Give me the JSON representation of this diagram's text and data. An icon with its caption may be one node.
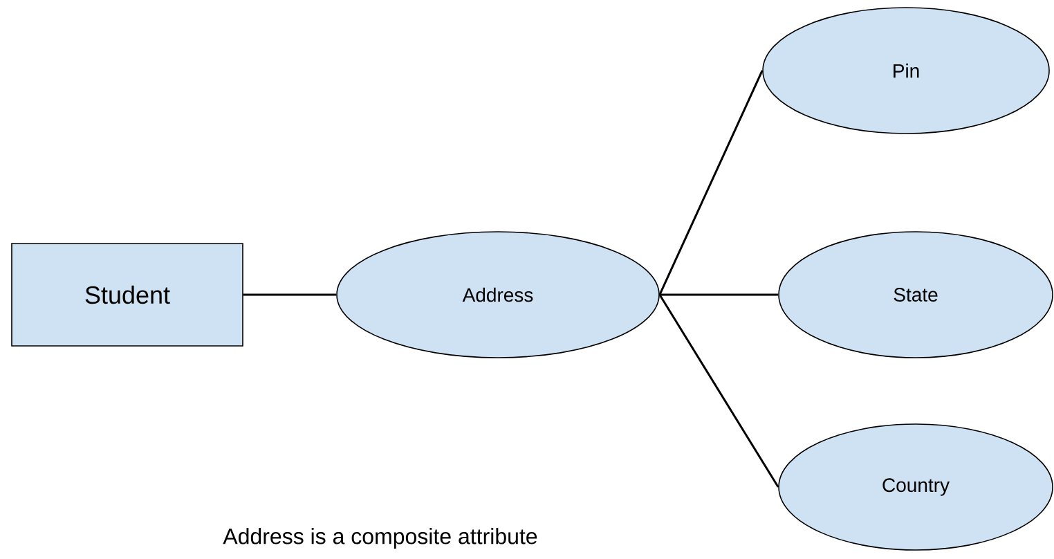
{
  "diagram": {
    "caption": "Address is a composite attribute",
    "nodes": [
      {
        "text": [
          "Student"
        ]
      },
      {
        "text": [
          "Address"
        ]
      },
      {
        "text": [
          "Pin"
        ]
      },
      {
        "text": [
          "State"
        ]
      },
      {
        "text": [
          "Country"
        ]
      }
    ],
    "edges": [
      {
        "from": 0,
        "to": 1,
        "arrow": "none"
      },
      {
        "from": 1,
        "to": 2,
        "arrow": "none"
      },
      {
        "from": 1,
        "to": 3,
        "arrow": "none"
      },
      {
        "from": 1,
        "to": 4,
        "arrow": "none"
      }
    ]
  }
}
